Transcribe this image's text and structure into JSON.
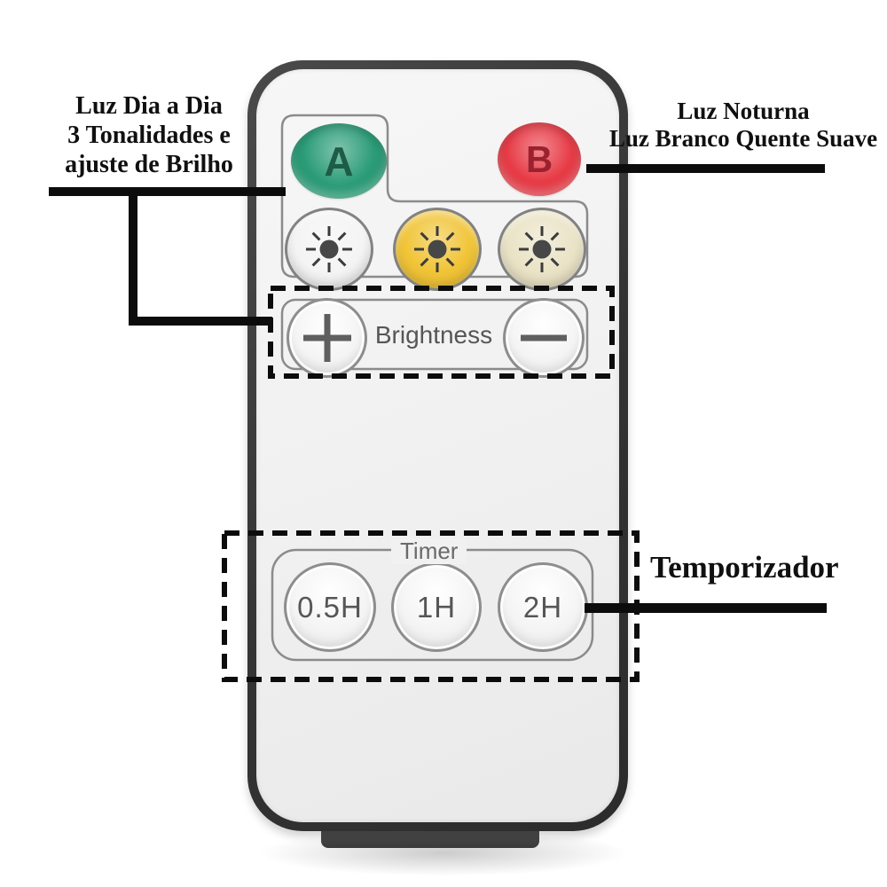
{
  "annotations": {
    "left_label": {
      "line1": "Luz Dia a Dia",
      "line2": "3 Tonalidades e",
      "line3": "ajuste de Brilho"
    },
    "right_label": {
      "line1": "Luz Noturna",
      "line2": "Luz Branco Quente Suave"
    },
    "timer_label": "Temporizador"
  },
  "remote": {
    "group_a_button": {
      "label": "A",
      "color": "#2b9c77",
      "letter_color": "#1d5c46"
    },
    "group_b_button": {
      "label": "B",
      "color": "#e73b46",
      "letter_color": "#9c212e"
    },
    "tone_buttons": [
      {
        "name": "cool-white",
        "color": "#f4f4f4"
      },
      {
        "name": "yellow",
        "color": "#f1c437"
      },
      {
        "name": "warm-white",
        "color": "#eae3c6"
      }
    ],
    "brightness": {
      "label": "Brightness",
      "plus": "+",
      "minus": "−"
    },
    "timer": {
      "label": "Timer",
      "buttons": [
        {
          "label": "0.5H"
        },
        {
          "label": "1H"
        },
        {
          "label": "2H"
        }
      ]
    },
    "colors": {
      "body_border": "#3a3a3a",
      "face": "#f1f1f1",
      "printed_line": "#8b8b8b",
      "callout_line": "#0c0c0c"
    }
  }
}
